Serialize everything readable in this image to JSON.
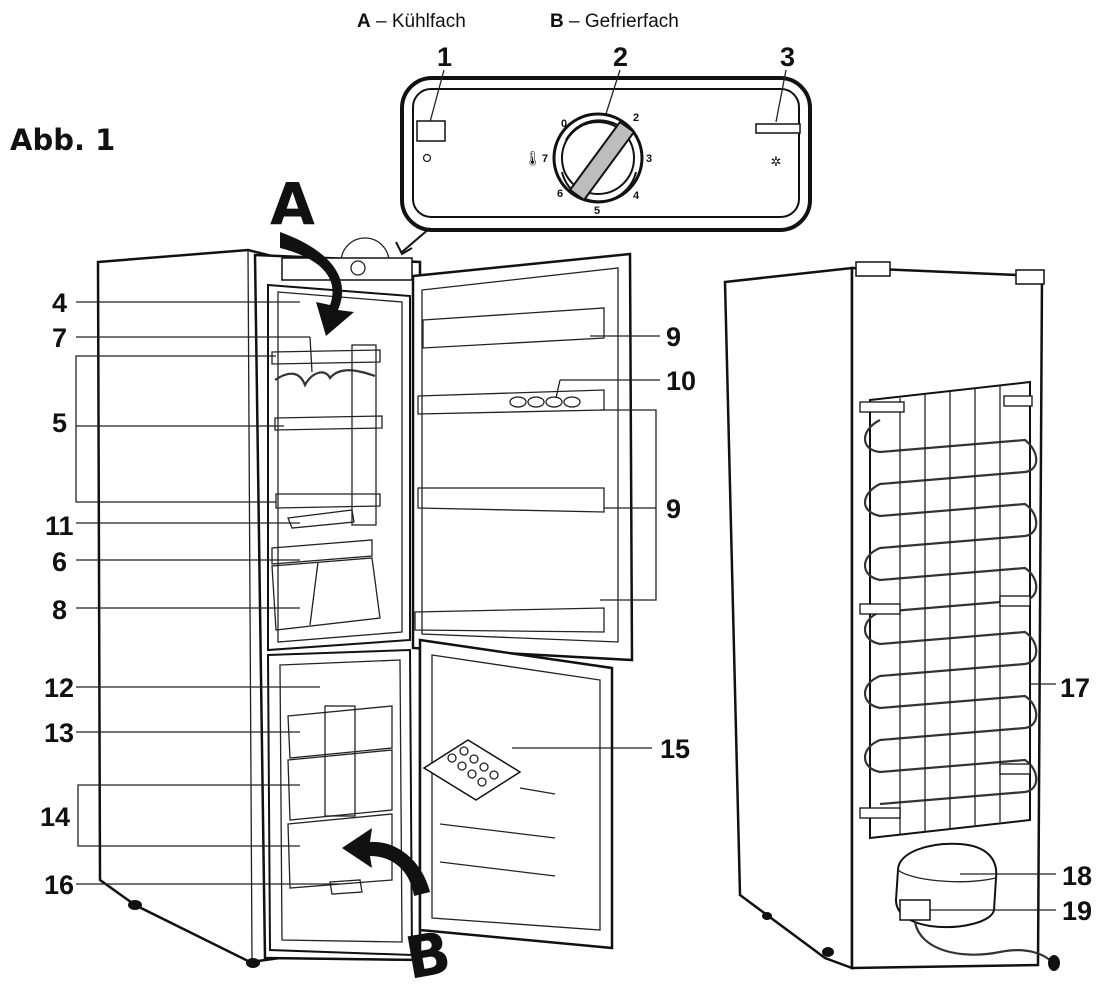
{
  "figure": {
    "title": "Abb. 1",
    "legend": [
      {
        "key": "A",
        "dash": " – ",
        "text": "Kühlfach"
      },
      {
        "key": "B",
        "dash": " – ",
        "text": "Gefrierfach"
      }
    ],
    "zoom_letters": {
      "a": "A",
      "b": "B"
    }
  },
  "control_panel": {
    "top_labels": [
      "1",
      "2",
      "3"
    ],
    "dial_numbers": [
      "0",
      "2",
      "3",
      "4",
      "5",
      "6",
      "7"
    ]
  },
  "callouts": {
    "left": [
      "4",
      "7",
      "5",
      "11",
      "6",
      "8",
      "12",
      "13",
      "14",
      "16"
    ],
    "right_door": [
      "9",
      "10",
      "9",
      "15"
    ],
    "back": [
      "17",
      "18",
      "19"
    ]
  }
}
